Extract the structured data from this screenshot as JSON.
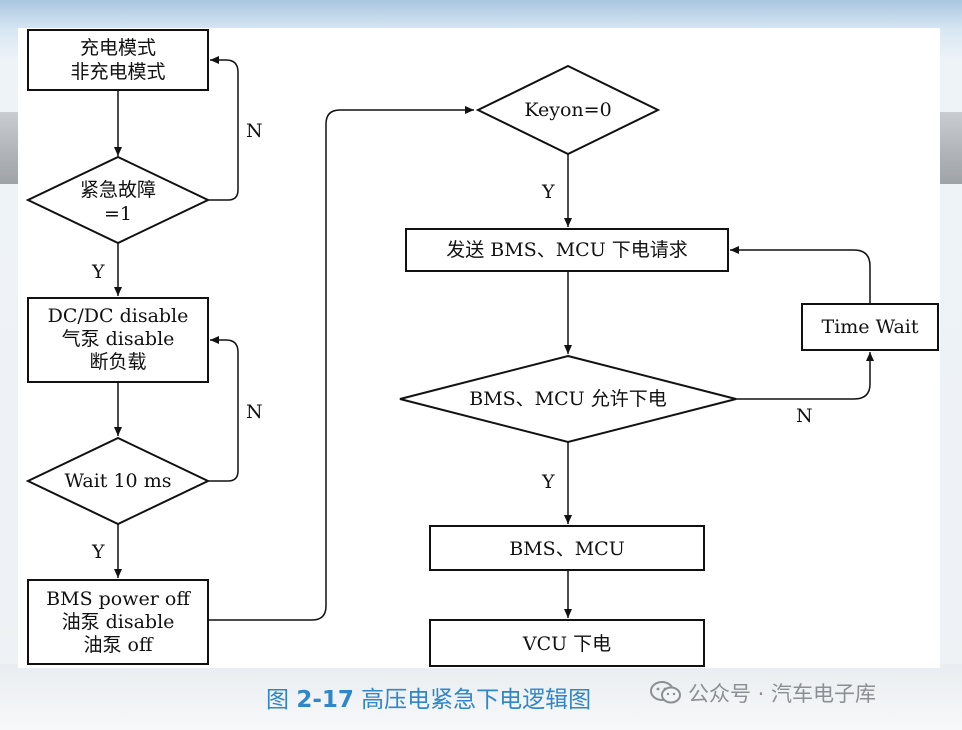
{
  "nodes": {
    "charge_mode": [
      "充电模式",
      "非充电模式"
    ],
    "emergency_fault": [
      "紧急故障",
      "=1"
    ],
    "dcdc_disable": [
      "DC/DC disable",
      "气泵 disable",
      "断负载"
    ],
    "wait_10ms": "Wait 10 ms",
    "bms_power_off": [
      "BMS power off",
      "油泵 disable",
      "油泵  off"
    ],
    "keyon": "Keyon=0",
    "send_request": "发送 BMS、MCU 下电请求",
    "allow_power_down": "BMS、MCU 允许下电",
    "time_wait": "Time Wait",
    "bms_mcu": "BMS、MCU",
    "vcu_power_down": "VCU 下电"
  },
  "edges": {
    "n1": "N",
    "y1": "Y",
    "n2": "N",
    "y2": "Y",
    "y_keyon": "Y",
    "y_allow": "Y",
    "n_allow": "N"
  },
  "caption": {
    "prefix": "图 ",
    "number": "2-17",
    "title": " 高压电紧急下电逻辑图"
  },
  "watermark": "公众号 · 汽车电子库",
  "colors": {
    "caption": "#2f86c8",
    "watermark": "#8a8f94",
    "line": "#111111"
  },
  "icons": {
    "watermark_icon": "wechat-icon"
  }
}
